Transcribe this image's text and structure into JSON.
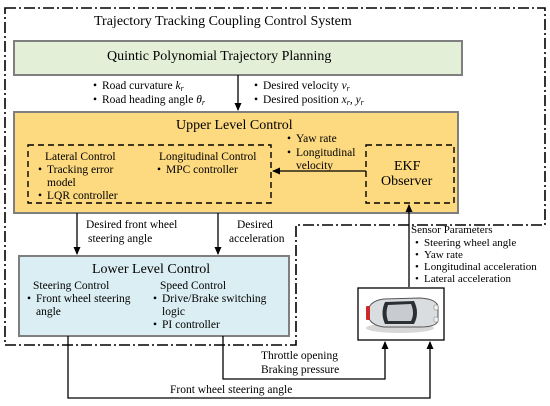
{
  "system": {
    "title": "Trajectory Tracking Coupling Control System"
  },
  "planning": {
    "title": "Quintic Polynomial Trajectory Planning",
    "left_items": [
      {
        "text": "Road curvature ",
        "var": "k",
        "sub": "r"
      },
      {
        "text": "Road heading angle ",
        "var": "θ",
        "sub": "r"
      }
    ],
    "right_items": [
      {
        "text": "Desired velocity ",
        "var": "v",
        "sub": "r"
      },
      {
        "text": "Desired position ",
        "var": "x",
        "sub": "r",
        "var2": "y",
        "sub2": "r"
      }
    ]
  },
  "upper": {
    "title": "Upper Level Control",
    "lateral": {
      "title": "Lateral Control",
      "items": [
        "Tracking error",
        "model",
        "LQR controller"
      ]
    },
    "longitudinal": {
      "title": "Longitudinal Control",
      "items": [
        "MPC controller"
      ]
    },
    "feedback": [
      "Yaw rate",
      "Longitudinal",
      "velocity"
    ]
  },
  "ekf": {
    "line1": "EKF",
    "line2": "Observer"
  },
  "sensor": {
    "title": "Sensor Parameters",
    "items": [
      "Steering wheel angle",
      "Yaw rate",
      "Longitudinal acceleration",
      "Lateral acceleration"
    ]
  },
  "signals": {
    "front_wheel_1": "Desired front wheel",
    "front_wheel_2": "steering angle",
    "accel_1": "Desired",
    "accel_2": "acceleration",
    "throttle_1": "Throttle opening",
    "throttle_2": "Braking pressure",
    "front_steer": "Front wheel steering angle"
  },
  "lower": {
    "title": "Lower Level Control",
    "steering": {
      "title": "Steering Control",
      "items": [
        "Front wheel steering",
        "angle"
      ]
    },
    "speed": {
      "title": "Speed Control",
      "items": [
        "Drive/Brake switching",
        "logic",
        "PI controller"
      ]
    }
  },
  "colors": {
    "planning_fill": "#e4efd8",
    "upper_fill": "#fdd980",
    "lower_fill": "#dbeef3",
    "border": "#7f7f7f"
  }
}
